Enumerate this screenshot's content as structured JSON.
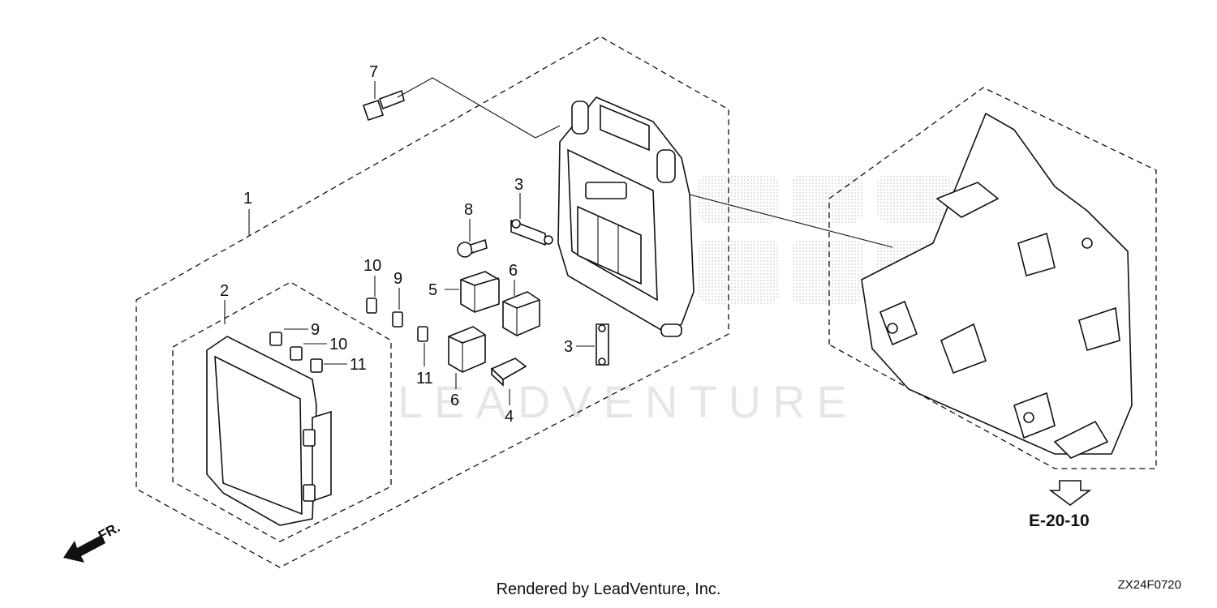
{
  "callouts": [
    {
      "id": "c1",
      "label": "1"
    },
    {
      "id": "c2",
      "label": "2"
    },
    {
      "id": "c3a",
      "label": "3"
    },
    {
      "id": "c3b",
      "label": "3"
    },
    {
      "id": "c4",
      "label": "4"
    },
    {
      "id": "c5",
      "label": "5"
    },
    {
      "id": "c6a",
      "label": "6"
    },
    {
      "id": "c6b",
      "label": "6"
    },
    {
      "id": "c7",
      "label": "7"
    },
    {
      "id": "c8",
      "label": "8"
    },
    {
      "id": "c9a",
      "label": "9"
    },
    {
      "id": "c9b",
      "label": "9"
    },
    {
      "id": "c10a",
      "label": "10"
    },
    {
      "id": "c10b",
      "label": "10"
    },
    {
      "id": "c11a",
      "label": "11"
    },
    {
      "id": "c11b",
      "label": "11"
    }
  ],
  "reference_label": "E-20-10",
  "direction_label": "FR.",
  "watermark": "LEADVENTURE",
  "caption": "Rendered by LeadVenture, Inc.",
  "diagram_code": "ZX24F0720"
}
